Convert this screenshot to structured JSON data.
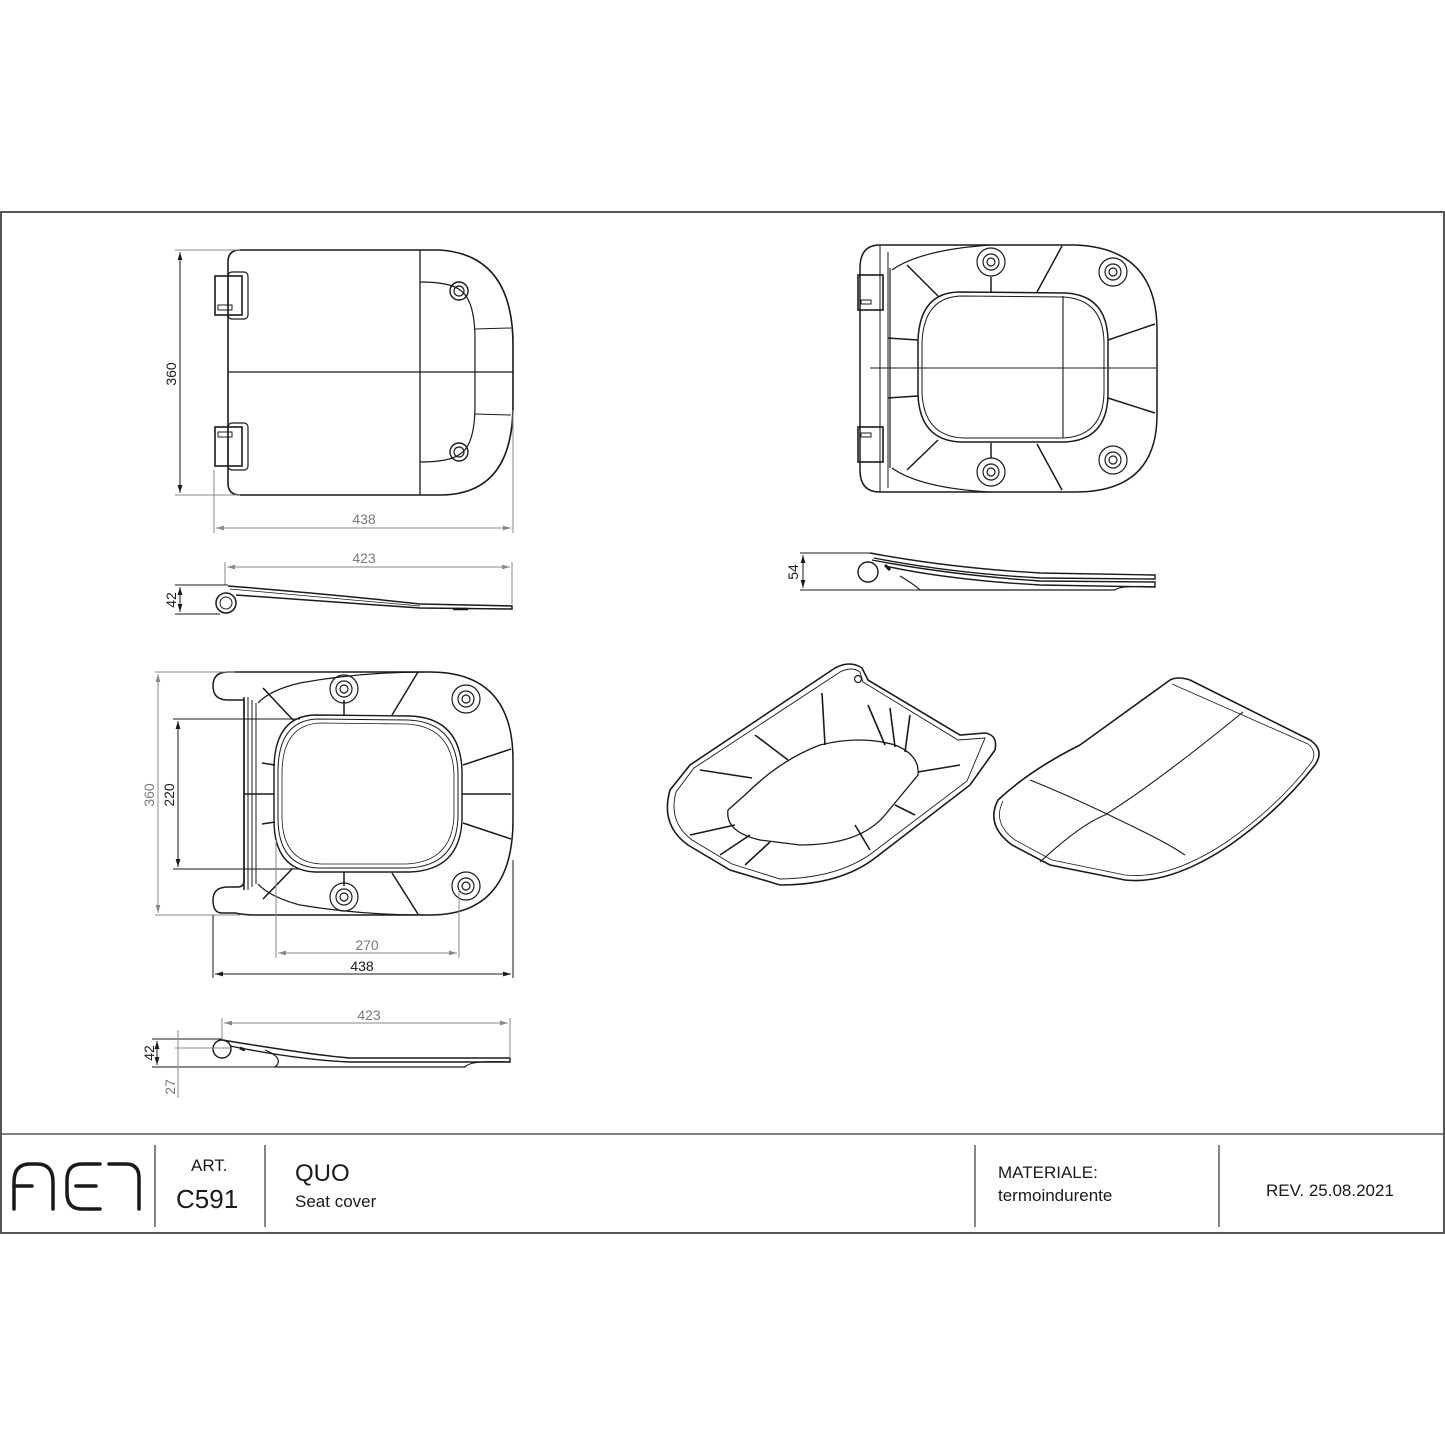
{
  "title_block": {
    "logo": "AET",
    "art_label": "ART.",
    "art_code": "C591",
    "product_name": "QUO",
    "product_desc": "Seat cover",
    "material_label": "MATERIALE:",
    "material_value": "termoindurente",
    "revision": "REV. 25.08.2021"
  },
  "views": {
    "top_cover": {
      "height_dim": "360",
      "width_dim": "438"
    },
    "side_cover": {
      "length_dim": "423",
      "height_dim": "42"
    },
    "top_ring": {
      "outer_height_dim": "360",
      "inner_height_dim": "220",
      "inner_width_dim": "270",
      "outer_width_dim": "438"
    },
    "side_ring": {
      "length_dim": "423",
      "height_dim": "42",
      "below_dim": "27"
    },
    "side_assembly": {
      "height_dim": "54"
    }
  },
  "colors": {
    "line": "#1a1a1a",
    "dim_line": "#8a8a8a",
    "frame": "#555555"
  }
}
